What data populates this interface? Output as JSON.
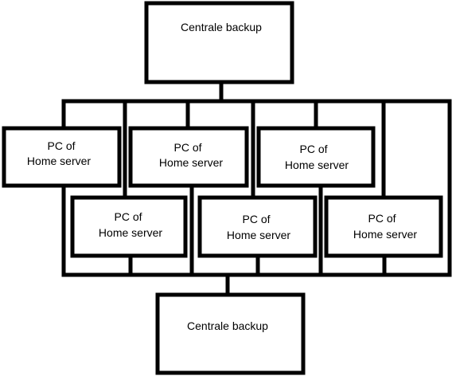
{
  "top_backup": {
    "label": "Centrale backup"
  },
  "bottom_backup": {
    "label": "Centrale backup"
  },
  "nodes": [
    {
      "line1": "PC of",
      "line2": "Home server"
    },
    {
      "line1": "PC of",
      "line2": "Home server"
    },
    {
      "line1": "PC of",
      "line2": "Home server"
    },
    {
      "line1": "PC of",
      "line2": "Home server"
    },
    {
      "line1": "PC of",
      "line2": "Home server"
    },
    {
      "line1": "PC of",
      "line2": "Home server"
    }
  ],
  "colors": {
    "stroke": "#000000",
    "fill": "#ffffff"
  }
}
